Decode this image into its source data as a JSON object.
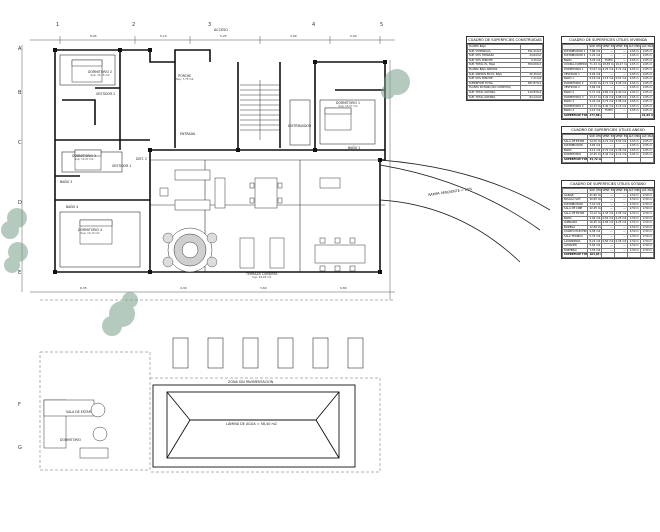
{
  "surfaces_built": {
    "title": "CUADRO DE SUPERFICIES CONSTRUIDAS",
    "rows": [
      [
        "PLANTA BAJA",
        ""
      ],
      [
        "SUP. VIVIENDA/A",
        "321,21m2"
      ],
      [
        "SUP. 50% TERRAZA",
        "24,64m2"
      ],
      [
        "SUP. 50% PORCHE",
        "4,15m2"
      ],
      [
        "SUP. TOTAL PL. BAJA",
        "350,00m2"
      ],
      [
        "PLANTA BAJA ANEXOS",
        ""
      ],
      [
        "SUP. ANEXOS EN PL. BAJA",
        "30,76m2"
      ],
      [
        "SUP. 50% PORCHE",
        "7,11m2"
      ],
      [
        "SUPERFICIE TOTAL",
        "387,87m2"
      ],
      [
        "PLANTA SOTANO (NO COMPUTA)",
        ""
      ],
      [
        "SUP. TOTAL SOTANO",
        "110,83m2"
      ],
      [
        "SUP. TOTAL SOTANO",
        "94,14m2"
      ]
    ]
  },
  "surfaces_useful_home": {
    "title": "CUADRO DE SUPERFICIES ÚTILES VIVIENDA",
    "headers": [
      "",
      "SUP. UTIL",
      "VENT. EXT.",
      "VENT. EST.",
      "ALT. MIN.",
      "ALT. MAX."
    ],
    "rows": [
      [
        "DISTRIBUIDOR 1",
        "7,86 m2",
        "—",
        "—",
        "2,65 m",
        "2,65 m"
      ],
      [
        "DISTRIBUIDOR 2",
        "5,22 m2",
        "—",
        "—",
        "2,65 m",
        "2,65 m"
      ],
      [
        "BAÑO",
        "3,25 m2",
        "FIXED",
        "—",
        "2,65 m",
        "2,65 m"
      ],
      [
        "COCINA-COMEDOR",
        "71,34 m2",
        "18,38 m2",
        "16,47 m2",
        "2,65 m",
        "2,65 m"
      ],
      [
        "DORMITORIO 1",
        "13,57 m2",
        "4,25 m2",
        "3,71 m2",
        "2,65 m",
        "2,65 m"
      ],
      [
        "VESTIDOR 1",
        "3,05 m2",
        "—",
        "—",
        "2,65 m",
        "2,65 m"
      ],
      [
        "BAÑO 1",
        "6,19 m2",
        "1,15 m2",
        "0,57 m2",
        "2,65 m",
        "2,65 m"
      ],
      [
        "DORMITORIO 2",
        "13,25 m2",
        "4,71 m2",
        "3,45 m2",
        "2,65 m",
        "2,65 m"
      ],
      [
        "VESTIDOR 2",
        "3,69 m2",
        "—",
        "—",
        "2,65 m",
        "2,65 m"
      ],
      [
        "BAÑO 2",
        "5,71 m2",
        "0,80 m2",
        "0,40 m2",
        "2,65 m",
        "2,65 m"
      ],
      [
        "DORMITORIO 3",
        "13,27 m2",
        "3,42 m2",
        "2,88 m2",
        "2,65 m",
        "2,65 m"
      ],
      [
        "BAÑO 3",
        "5,22 m2",
        "0,72 m2",
        "0,36 m2",
        "2,65 m",
        "2,65 m"
      ],
      [
        "DORMITORIO 4",
        "13,13 m2",
        "5,40 m2",
        "3,13 m2",
        "2,65 m",
        "2,65 m"
      ],
      [
        "BAÑO 4",
        "4,15 m2",
        "FIXED",
        "—",
        "2,65 m",
        "2,65 m"
      ]
    ],
    "total": [
      "SUPERFICIE TOTAL",
      "177,88 m2",
      "",
      "",
      "",
      "21,04 m2"
    ]
  },
  "surfaces_useful_annex": {
    "title": "CUADRO DE SUPERFICIES ÚTILES ANEXO",
    "headers": [
      "",
      "SUP. UTIL",
      "VENT. EXT.",
      "VENT. EST.",
      "ALT. MIN.",
      "ALT. MAX."
    ],
    "rows": [
      [
        "SALA DE ESTAR",
        "14,70 m2",
        "4,21 m2",
        "3,52 m2",
        "2,65 m",
        "2,65 m"
      ],
      [
        "DISTRIBUIDOR",
        "3,65 m2",
        "—",
        "—",
        "2,65 m",
        "2,65 m"
      ],
      [
        "BAÑO",
        "4,12 m2",
        "0,72 m2",
        "0,36 m2",
        "2,65 m",
        "2,65 m"
      ],
      [
        "DORMITORIO",
        "12,25 m2",
        "3,42 m2",
        "2,12 m2",
        "2,65 m",
        "2,65 m"
      ]
    ],
    "total": [
      "SUPERFICIE TOTAL",
      "34,72 m2",
      "",
      "",
      "",
      ""
    ]
  },
  "surfaces_useful_basement": {
    "title": "CUADRO DE SUPERFICIES ÚTILES SÓTANO",
    "headers": [
      "",
      "SUP. UTIL",
      "VENT. EXT.",
      "VENT. EST.",
      "ALT. MIN.",
      "ALT. MAX."
    ],
    "rows": [
      [
        "GARAJE",
        "41,95 m2",
        "—",
        "—",
        "2,50 m",
        "2,50 m"
      ],
      [
        "PASILLO SÓT.",
        "10,55 m2",
        "—",
        "—",
        "2,50 m",
        "2,50 m"
      ],
      [
        "DISTRIBUIDOR",
        "7,10 m2",
        "—",
        "—",
        "2,50 m",
        "2,50 m"
      ],
      [
        "SALA DE CINE",
        "22,45 m2",
        "—",
        "—",
        "2,50 m",
        "2,50 m"
      ],
      [
        "SALA DE ESTAR",
        "14,12 m2",
        "2,35 m2",
        "2,05 m2",
        "2,50 m",
        "2,50 m"
      ],
      [
        "BAÑO",
        "4,92 m2",
        "0,50 m2",
        "0,25 m2",
        "2,50 m",
        "2,50 m"
      ],
      [
        "GIMNASIO",
        "16,95 m2",
        "2,65 m2",
        "2,25 m2",
        "2,50 m",
        "2,50 m"
      ],
      [
        "BODEGA",
        "12,36 m2",
        "—",
        "—",
        "2,50 m",
        "2,50 m"
      ],
      [
        "CUARTO ELÉCTRICO",
        "6,58 m2",
        "—",
        "—",
        "2,50 m",
        "2,50 m"
      ],
      [
        "SALA TÉCNICA",
        "5,75 m2",
        "—",
        "—",
        "2,50 m",
        "2,50 m"
      ],
      [
        "LAVANDERÍA",
        "8,22 m2",
        "0,50 m2",
        "0,25 m2",
        "2,50 m",
        "2,50 m"
      ],
      [
        "ALMACÉN",
        "5,54 m2",
        "—",
        "—",
        "2,50 m",
        "2,50 m"
      ],
      [
        "PORTERÍA",
        "7,53 m2",
        "—",
        "—",
        "2,50 m",
        "2,50 m"
      ]
    ],
    "total": [
      "SUPERFICIE TOTAL",
      "164,03 m2",
      "",
      "",
      "",
      ""
    ]
  },
  "rooms": [
    {
      "name": "DORMITORIO 4",
      "area": "Sup: 13,13 m2"
    },
    {
      "name": "BAÑO 4",
      "area": ""
    },
    {
      "name": "BAÑO 3",
      "area": ""
    },
    {
      "name": "VESTIDOR 1",
      "area": ""
    },
    {
      "name": "PORCHE",
      "area": "Sup: 7,75 m2"
    },
    {
      "name": "DORMITORIO 3",
      "area": "Sup: 13,27 m2"
    },
    {
      "name": "DIST. 2",
      "area": ""
    },
    {
      "name": "DORMITORIO 2",
      "area": "Sup: 13,25 m2"
    },
    {
      "name": "VESTIDOR 2",
      "area": ""
    },
    {
      "name": "ENTRADA",
      "area": ""
    },
    {
      "name": "DISTRIBUIDOR",
      "area": ""
    },
    {
      "name": "DORMITORIO 1",
      "area": "Sup: 13,57 m2"
    },
    {
      "name": "BAÑO 1",
      "area": ""
    },
    {
      "name": "SALA DE ESTAR",
      "area": ""
    },
    {
      "name": "DORMITORIO",
      "area": ""
    },
    {
      "name": "TERRAZA CUBIERTA",
      "area": "Sup: 49,28 m2"
    }
  ],
  "notes": {
    "zona_pavimentada": "ZONA SIN PAVIMENTACIÓN",
    "lamina": "LÁMINA DE AGUA = 58,40 m2",
    "rampa": "RAMPA PENDIENTE < 10%",
    "acceso": "ACCESO"
  },
  "grid_tags": [
    "A",
    "B",
    "C",
    "D",
    "E",
    "F",
    "G",
    "1",
    "2",
    "3",
    "4",
    "5"
  ],
  "dims": [
    "8,95",
    "5,10",
    "5,25",
    "3,90",
    "5,00",
    "6,35",
    "4,30",
    "3,60",
    "0,80"
  ]
}
